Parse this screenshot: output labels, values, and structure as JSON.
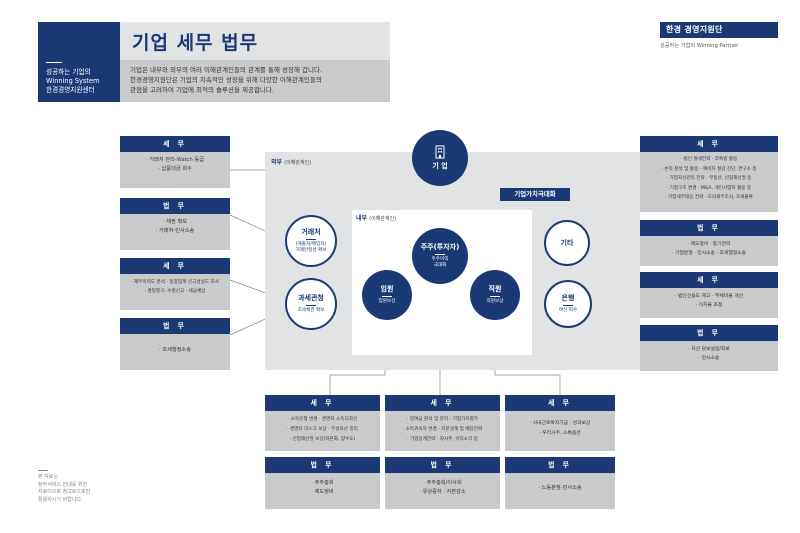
{
  "header": {
    "left_lines": [
      "성공하는 기업의",
      "Winning System",
      "한경경영지원센터"
    ],
    "title": "기업 세무 법무",
    "desc_lines": [
      "기업은 내부와 외부의 여러 이해관계인들의 관계를 통해 성장해 갑니다.",
      "한경경영지원단은 기업의 지속적인 성장을 위해 다양한 이해관계인들의",
      "관점을 고려하여 기업에 최적의 솔루션을 제공합니다."
    ],
    "logo_text": "한경 경영지원단",
    "logo_tagline": "성공하는 기업의 Winning Partner"
  },
  "regions": {
    "outer_label": "외부",
    "outer_sub": "(이해관계인)",
    "inner_label": "내부",
    "inner_sub": "(이해관계인)"
  },
  "circles": {
    "company": {
      "title": "기 업"
    },
    "customer": {
      "title": "거래처",
      "sub_lines": [
        "(매출처/매입처)",
        "거래안정성 확보"
      ]
    },
    "tax_office": {
      "title": "과세관청",
      "sub_lines": [
        "조세채권 확보"
      ]
    },
    "shareholder": {
      "title": "주주(투자자)",
      "sub_lines": [
        "주주이익",
        "극대화"
      ]
    },
    "executive": {
      "title": "임원",
      "sub_lines": [
        "임원보상"
      ]
    },
    "employee": {
      "title": "직원",
      "sub_lines": [
        "직원보상"
      ]
    },
    "other": {
      "title": "기타"
    },
    "bank": {
      "title": "은행",
      "sub_lines": [
        "여신 회수"
      ]
    }
  },
  "badge_value": "기업가치극대화",
  "panels": {
    "left": [
      {
        "header": "세 무",
        "items": [
          "· 거래처 관리-Watch 등급",
          "· 납품대금 회수"
        ]
      },
      {
        "header": "법 무",
        "items": [
          "· 채권 확보",
          "· 거래처-민사소송"
        ]
      },
      {
        "header": "세 무",
        "items": [
          "· 재무이력도 분석 · 동종업계-신고성실도 조사",
          "· 경정청구, 수정신고 · 세금체납"
        ]
      },
      {
        "header": "법 무",
        "items": [
          "· 조세행정소송"
        ]
      }
    ],
    "right": [
      {
        "header": "세 무",
        "items": [
          "· 법인 절세전략 · 조특법 활용",
          "· 손익 분석 및 활용 - 예비차 절감 진단, 연구소 등",
          "· 기업자산관리 전략 · 부동산, 신업재산권 등",
          "· 기업구조 변경 · M&A, 개인사업자 활용 등",
          "· 기업세무대응 전략 · 모의세무조사, 조세불복"
        ]
      },
      {
        "header": "법 무",
        "items": [
          "· 제도정비 · 등기관리",
          "· 기업분쟁 · 민사소송 · 조세행정소송"
        ]
      },
      {
        "header": "세 무",
        "items": [
          "· 법인신용도 제고 · 부채비율 개선",
          "· 이자율 조정"
        ]
      },
      {
        "header": "법 무",
        "items": [
          "· 자산 담보설정/회보",
          "· 민사소송"
        ]
      }
    ],
    "bottom": [
      {
        "header": "세 무",
        "items": [
          "· 소득유형 변경 · 경영자 소득디자인",
          "· 경영자 리스크 보상 · 부실자산 정리",
          "· 신업재산권 보상(자본화, 양수도)"
        ]
      },
      {
        "header": "세 무",
        "items": [
          "· 잉여금 분석 및 관리 - 기업가치평가",
          "· 소득귀속처 변경 - 지분설계 및 배당전략",
          "· 기업승계전략 · 자사주, 이익소각 등"
        ]
      },
      {
        "header": "세 무",
        "items": [
          "· 사내근로복지기금 · 성과보상",
          "· 우리사주, 스톡옵션"
        ]
      },
      {
        "header": "법 무",
        "items": [
          "· 주주총회",
          "· 제도정비"
        ]
      },
      {
        "header": "법 무",
        "items": [
          "· 주주총회/이사회",
          "· 유상증자 · 자본감소"
        ]
      },
      {
        "header": "법 무",
        "items": [
          "· 노동분쟁-민사소송"
        ]
      }
    ]
  },
  "note_lines": [
    "본 자료는",
    "참무서비스 안내를 위한",
    "자료이므로 참고로으로만",
    "활용하시기 바랍니다."
  ],
  "colors": {
    "navy": "#1b3a75",
    "gray": "#c9cacc",
    "light_gray": "#e2e3e5"
  }
}
